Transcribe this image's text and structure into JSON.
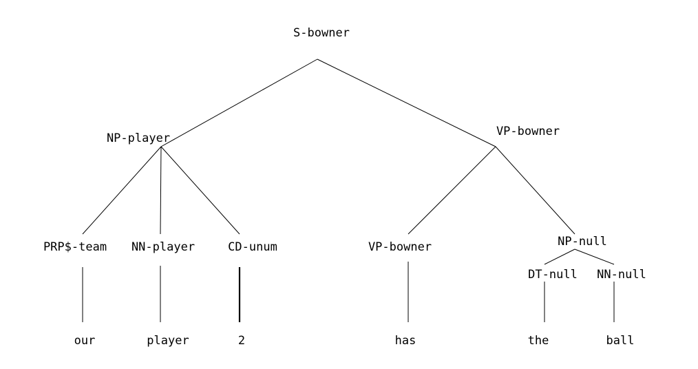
{
  "tree": {
    "root": {
      "label": "S-bowner"
    },
    "np_player": {
      "label": "NP-player"
    },
    "vp_bowner_top": {
      "label": "VP-bowner"
    },
    "prp_team": {
      "label": "PRP$-team"
    },
    "nn_player": {
      "label": "NN-player"
    },
    "cd_unum": {
      "label": "CD-unum"
    },
    "vp_bowner_leaf": {
      "label": "VP-bowner"
    },
    "np_null": {
      "label": "NP-null"
    },
    "dt_null": {
      "label": "DT-null"
    },
    "nn_null": {
      "label": "NN-null"
    },
    "words": {
      "our": "our",
      "player": "player",
      "two": "2",
      "has": "has",
      "the": "the",
      "ball": "ball"
    }
  }
}
